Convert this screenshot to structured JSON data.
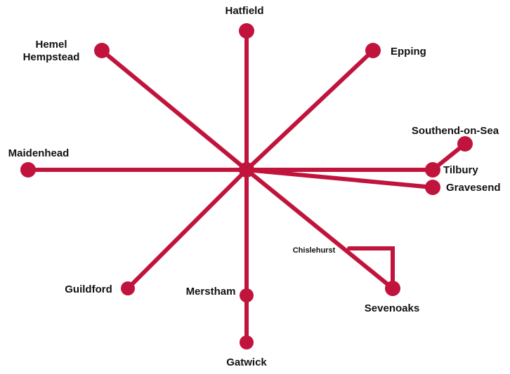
{
  "diagram": {
    "line_color": "#c0143c",
    "places": {
      "hatfield": "Hatfield",
      "hemel_hempstead_line1": "Hemel",
      "hemel_hempstead_line2": "Hempstead",
      "epping": "Epping",
      "southend_on_sea": "Southend-on-Sea",
      "tilbury": "Tilbury",
      "gravesend": "Gravesend",
      "maidenhead": "Maidenhead",
      "chislehurst": "Chislehurst",
      "sevenoaks": "Sevenoaks",
      "guildford": "Guildford",
      "merstham": "Merstham",
      "gatwick": "Gatwick"
    }
  }
}
